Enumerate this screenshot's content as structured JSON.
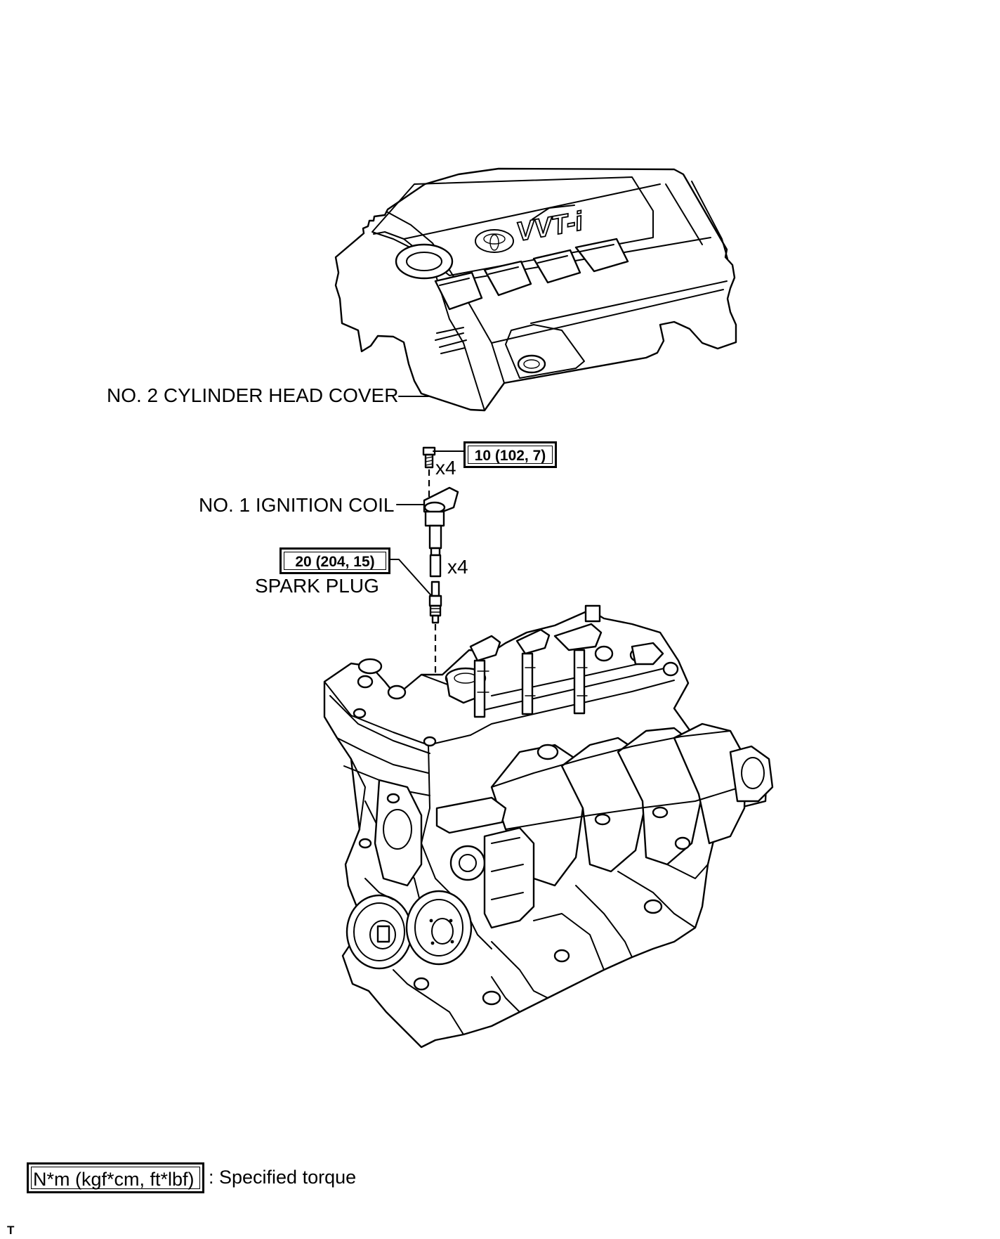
{
  "labels": {
    "cover": "NO. 2 CYLINDER HEAD COVER",
    "coil": "NO. 1 IGNITION COIL",
    "plug": "SPARK PLUG",
    "qty_bolt": "x4",
    "qty_coil": "x4"
  },
  "torque": {
    "bolt": "10 (102, 7)",
    "plug": "20 (204, 15)"
  },
  "legend": {
    "unit": "N*m (kgf*cm, ft*lbf)",
    "desc": ": Specified torque"
  },
  "corner_code": "T",
  "cover_logo_text": "VVT-i"
}
